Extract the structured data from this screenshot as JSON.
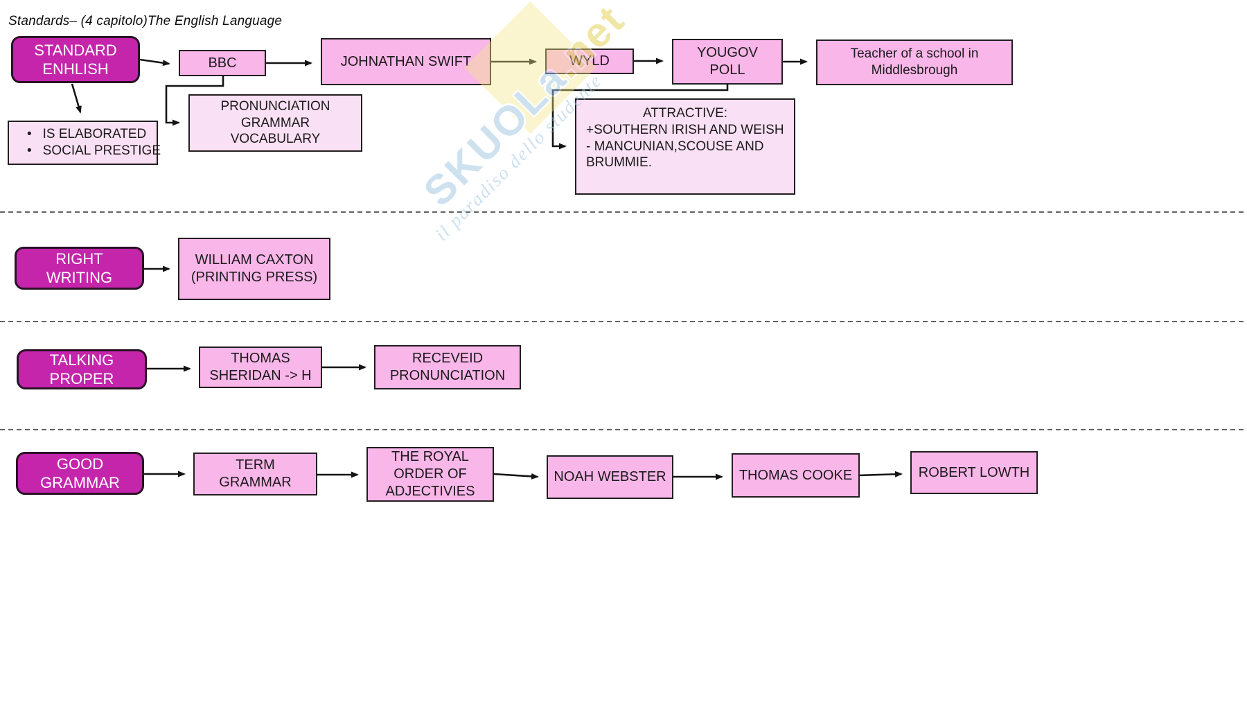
{
  "title": "Standards– (4 capitolo)The English Language",
  "watermark": {
    "brand": "SKUOLa",
    "brand_suffix": ".net",
    "tagline": "il paradiso dello studente"
  },
  "colors": {
    "header_fill": "#c425ab",
    "node_fill": "#f9b6e9",
    "note_fill": "#f9e0f4",
    "border": "#221e1f",
    "arrow": "#141414",
    "divider": "#2f2f2f",
    "watermark_blue": "#9fc4e0",
    "watermark_yellow": "#f3e787"
  },
  "row1": {
    "header": "STANDARD\nENHLISH",
    "bbc": "BBC",
    "swift": "JOHNATHAN SWIFT",
    "wyld": "WYLD",
    "yougov": "YOUGOV\nPOLL",
    "teacher": "Teacher of a school in\nMiddlesbrough",
    "bullet_items": [
      "IS ELABORATED",
      "SOCIAL PRESTIGE"
    ],
    "bullet_glyph": "•",
    "pronunciation": "PRONUNCIATION\nGRAMMAR\nVOCABULARY",
    "attractive_title": "ATTRACTIVE:",
    "attractive_body": "+SOUTHERN IRISH AND WEISH\n- MANCUNIAN,SCOUSE AND\nBRUMMIE."
  },
  "row2": {
    "header": "RIGHT\nWRITING",
    "caxton": "WILLIAM CAXTON\n(PRINTING PRESS)"
  },
  "row3": {
    "header": "TALKING\nPROPER",
    "sheridan": "THOMAS\nSHERIDAN -> H",
    "receveid": "RECEVEID\nPRONUNCIATION"
  },
  "row4": {
    "header": "GOOD\nGRAMMAR",
    "term": "TERM\nGRAMMAR",
    "royal": "THE ROYAL\nORDER OF\nADJECTIVIES",
    "webster": "NOAH WEBSTER",
    "cooke": "THOMAS COOKE",
    "lowth": "ROBERT LOWTH"
  }
}
